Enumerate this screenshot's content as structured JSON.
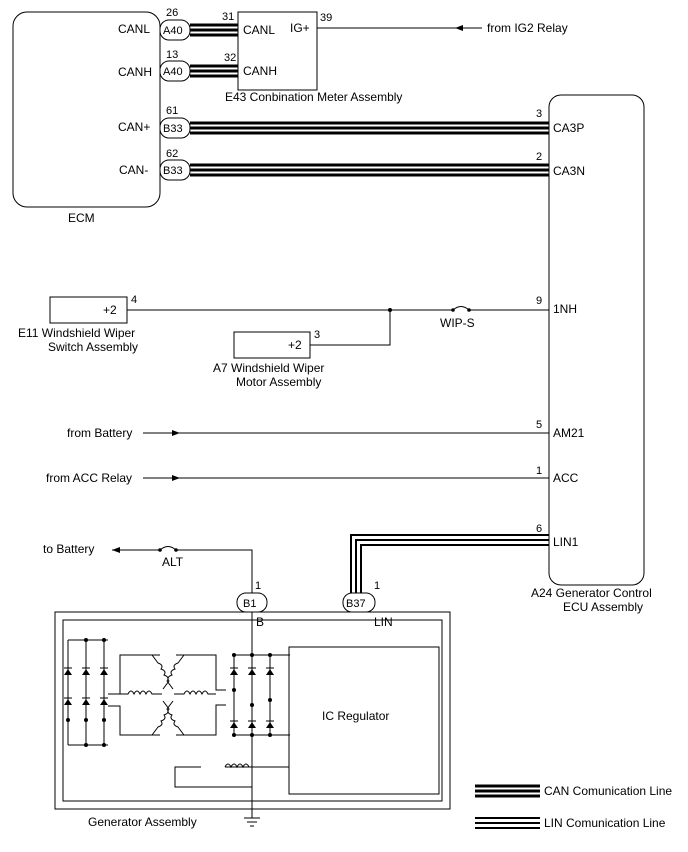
{
  "ecm": {
    "name": "ECM",
    "pins": {
      "canl": "CANL",
      "canh": "CANH",
      "canp": "CAN+",
      "cann": "CAN-"
    }
  },
  "meter": {
    "name": "E43  Conbination Meter Assembly",
    "pins": {
      "canl": "CANL",
      "canh": "CANH",
      "ig": "IG+"
    },
    "pin_numbers": {
      "canl": "31",
      "canh": "32",
      "ig": "39"
    }
  },
  "connectors": {
    "a40_1": "A40",
    "a40_2": "A40",
    "b33_1": "B33",
    "b33_2": "B33",
    "b1": "B1",
    "b37": "B37"
  },
  "ecm_pin_numbers": {
    "canl": "26",
    "canh": "13",
    "canp": "61",
    "cann": "62"
  },
  "sources": {
    "ig2": "from IG2 Relay",
    "battery": "from Battery",
    "acc": "from ACC Relay",
    "to_battery": "to Battery"
  },
  "gen_ecu": {
    "name_line1": "A24  Generator Control",
    "name_line2": "ECU Assembly",
    "pins": {
      "ca3p": "CA3P",
      "ca3n": "CA3N",
      "nh": "1NH",
      "am21": "AM21",
      "acc": "ACC",
      "lin1": "LIN1"
    },
    "pin_numbers": {
      "ca3p": "3",
      "ca3n": "2",
      "nh": "9",
      "am21": "5",
      "acc": "1",
      "lin1": "6"
    }
  },
  "wiper_switch": {
    "line1": "E11  Windshield Wiper",
    "line2": "Switch Assembly",
    "terminal": "+2",
    "pin": "4"
  },
  "wiper_motor": {
    "line1": "A7  Windshield Wiper",
    "line2": "Motor Assembly",
    "terminal": "+2",
    "pin": "3"
  },
  "fuses": {
    "wip": "WIP-S",
    "alt": "ALT"
  },
  "generator": {
    "name": "Generator Assembly",
    "regulator": "IC Regulator",
    "b_terminal": "B",
    "lin_terminal": "LIN",
    "b1_pin": "1",
    "b37_pin": "1"
  },
  "legend": {
    "can": "CAN Comunication Line",
    "lin": "LIN Comunication Line"
  }
}
